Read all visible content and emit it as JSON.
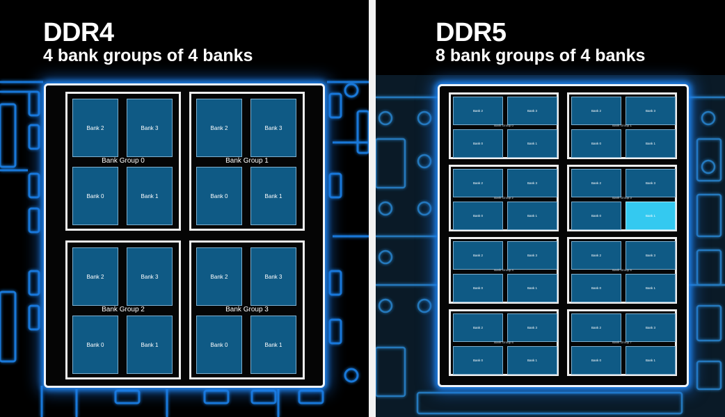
{
  "left": {
    "title": "DDR4",
    "subtitle": "4 bank groups of 4 banks",
    "groups": [
      {
        "label": "Bank Group 0",
        "banks": [
          "Bank 2",
          "Bank 3",
          "Bank 0",
          "Bank 1"
        ]
      },
      {
        "label": "Bank Group 1",
        "banks": [
          "Bank 2",
          "Bank 3",
          "Bank 0",
          "Bank 1"
        ]
      },
      {
        "label": "Bank Group 2",
        "banks": [
          "Bank 2",
          "Bank 3",
          "Bank 0",
          "Bank 1"
        ]
      },
      {
        "label": "Bank Group 3",
        "banks": [
          "Bank 2",
          "Bank 3",
          "Bank 0",
          "Bank 1"
        ]
      }
    ]
  },
  "right": {
    "title": "DDR5",
    "subtitle": "8 bank groups of 4 banks",
    "highlighted_bank": "Bank 1",
    "groups": [
      {
        "label": "Bank Group 0",
        "banks": [
          "Bank 2",
          "Bank 3",
          "Bank 0",
          "Bank 1"
        ]
      },
      {
        "label": "Bank Group 1",
        "banks": [
          "Bank 2",
          "Bank 3",
          "Bank 0",
          "Bank 1"
        ]
      },
      {
        "label": "Bank Group 2",
        "banks": [
          "Bank 2",
          "Bank 3",
          "Bank 0",
          "Bank 1"
        ]
      },
      {
        "label": "Bank Group 3",
        "banks": [
          "Bank 2",
          "Bank 3",
          "Bank 0",
          "Bank 1"
        ]
      },
      {
        "label": "Bank Group 4",
        "banks": [
          "Bank 2",
          "Bank 3",
          "Bank 0",
          "Bank 1"
        ]
      },
      {
        "label": "Bank Group 5",
        "banks": [
          "Bank 2",
          "Bank 3",
          "Bank 0",
          "Bank 1"
        ]
      },
      {
        "label": "Bank Group 6",
        "banks": [
          "Bank 2",
          "Bank 3",
          "Bank 0",
          "Bank 1"
        ]
      },
      {
        "label": "Bank Group 7",
        "banks": [
          "Bank 2",
          "Bank 3",
          "Bank 0",
          "Bank 1"
        ]
      }
    ]
  },
  "colors": {
    "background": "#000000",
    "trace_glow": "#1d7fe8",
    "bank_fill": "#0f5a85",
    "bank_highlight": "#34c9f0",
    "chip_border": "#eef4fa",
    "divider": "#f2f2f2"
  }
}
